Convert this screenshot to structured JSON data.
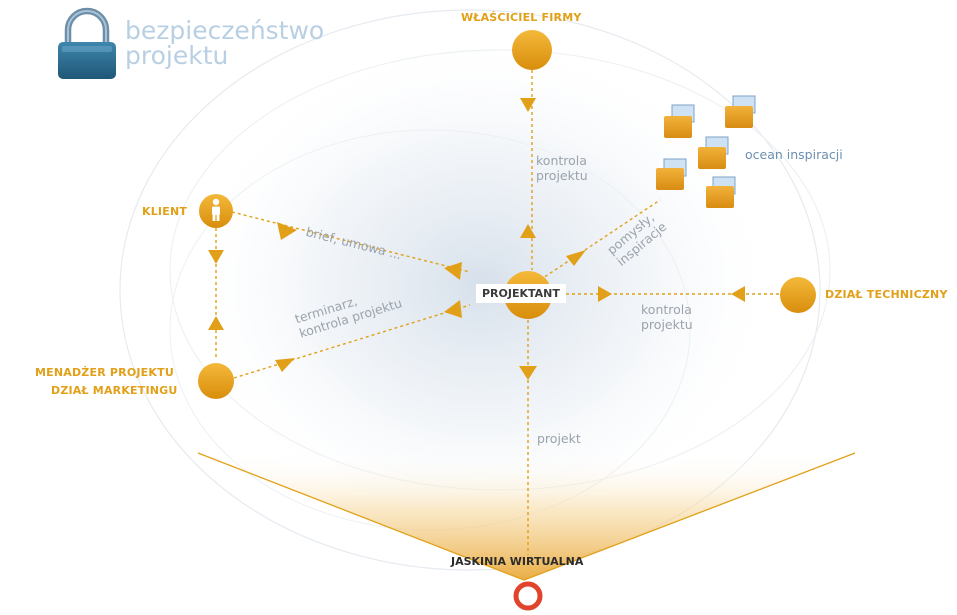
{
  "brand": {
    "line1": "bezpieczeństwo",
    "line2": "projektu"
  },
  "nodes": {
    "owner": "WŁAŚCICIEL FIRMY",
    "client": "KLIENT",
    "manager_line1": "MENADŻER PROJEKTU",
    "manager_line2": "DZIAŁ MARKETINGU",
    "designer": "PROJEKTANT",
    "technical": "DZIAŁ TECHNICZNY",
    "cave": "JASKINIA WIRTUALNA"
  },
  "edges": {
    "owner_control_line1": "kontrola",
    "owner_control_line2": "projektu",
    "brief": "brief, umowa ...",
    "schedule_line1": "terminarz,",
    "schedule_line2": "kontrola projektu",
    "ideas_line1": "pomysły,",
    "ideas_line2": "inspiracje",
    "tech_control_line1": "kontrola",
    "tech_control_line2": "projektu",
    "project": "projekt"
  },
  "ocean_label": "ocean inspiracji",
  "colors": {
    "accent": "#e1a017",
    "edge_text": "#9aa3ad",
    "brand_blue": "#b9cfe3",
    "lock": "#2f6f95",
    "cave_ring": "#e0452b"
  }
}
